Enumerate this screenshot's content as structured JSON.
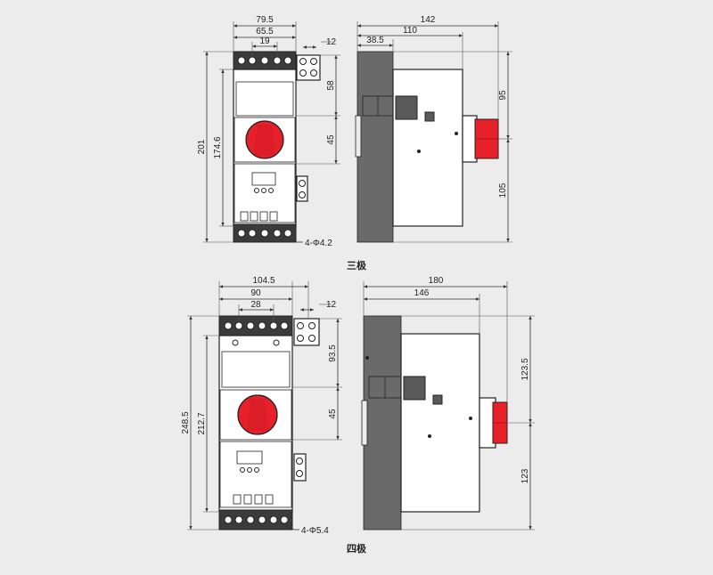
{
  "figures": [
    {
      "caption": "三极",
      "front_dims": {
        "width_total": "79.5",
        "width_inner": "65.5",
        "terminal_pitch": "19",
        "side_terminal": "12",
        "height_total": "201",
        "height_body": "174.6",
        "height_top_section": "58",
        "height_handle_section": "45",
        "mounting_holes": "4-Φ4.2"
      },
      "side_dims": {
        "depth_total": "142",
        "depth_body": "110",
        "depth_base": "38.5",
        "height_upper": "95",
        "height_lower": "105"
      }
    },
    {
      "caption": "四极",
      "front_dims": {
        "width_total": "104.5",
        "width_inner": "90",
        "terminal_pitch": "28",
        "side_terminal": "12",
        "height_total": "248.5",
        "height_body": "212.7",
        "height_top_section": "93.5",
        "height_handle_section": "45",
        "mounting_holes": "4-Φ5.4"
      },
      "side_dims": {
        "depth_total": "180",
        "depth_body": "146",
        "height_upper": "123.5",
        "height_lower": "123"
      }
    }
  ],
  "colors": {
    "background": "#ececec",
    "handle_red": "#e8202a",
    "housing_dark": "#3b3b3b",
    "line": "#222222"
  }
}
